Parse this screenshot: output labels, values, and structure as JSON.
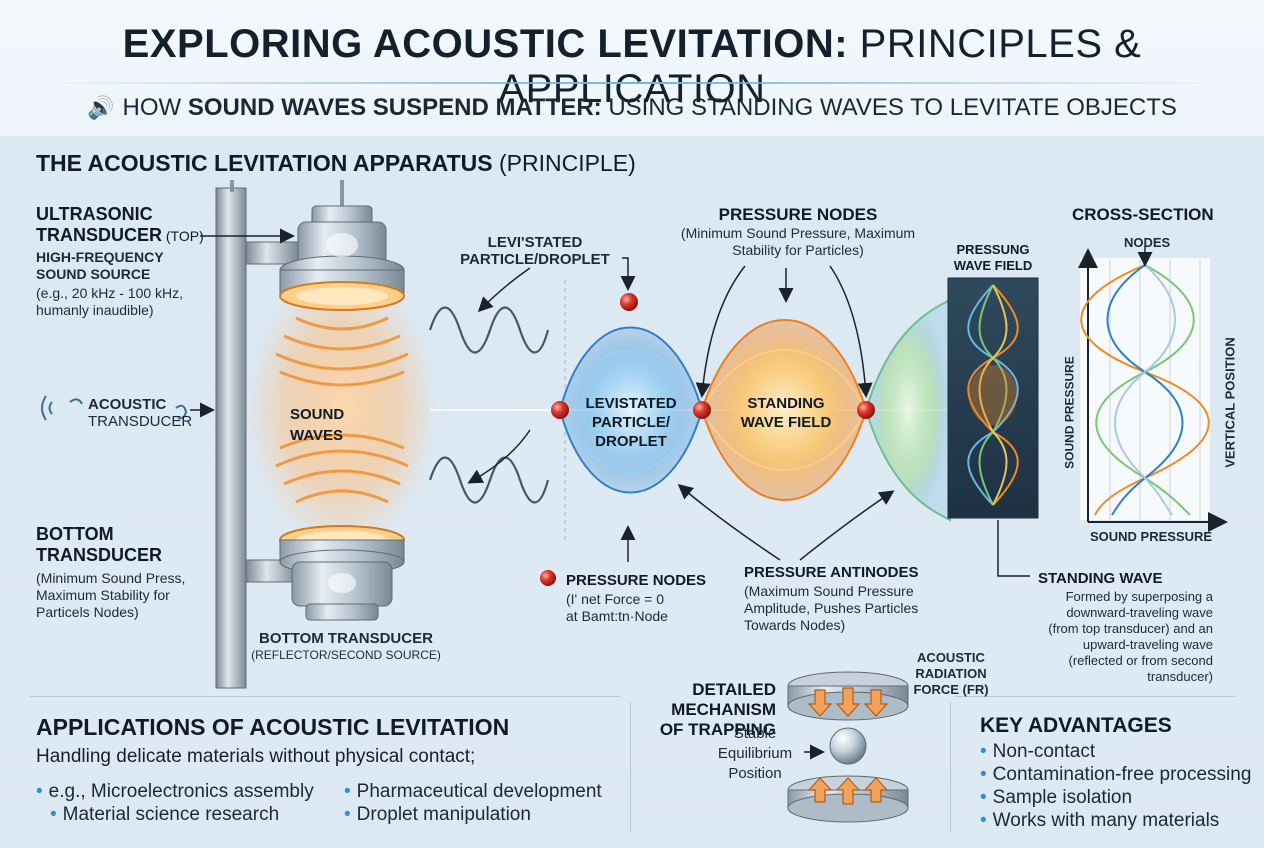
{
  "header": {
    "title_bold": "EXPLORING ACOUSTIC LEVITATION:",
    "title_light": " PRINCIPLES & APPLICATION",
    "subtitle_pre": "HOW ",
    "subtitle_bold": "SOUND WAVES SUSPEND MATTER:",
    "subtitle_post": " USING STANDING WAVES TO LEVITATE OBJECTS"
  },
  "apparatus": {
    "heading_bold": "THE ACOUSTIC LEVITATION APPARATUS",
    "heading_light": " (PRINCIPLE)",
    "top_transducer_title": "ULTRASONIC TRANSDUCER",
    "top_transducer_suffix": " (TOP)",
    "top_transducer_sub": "HIGH-FREQUENCY SOUND SOURCE",
    "top_transducer_desc": "(e.g., 20 kHz - 100 kHz, humanly inaudible)",
    "acoustic_transducer_l1": "ACOUSTIC",
    "acoustic_transducer_l2": "TRANSDUCER",
    "sound_waves": "SOUND WAVES",
    "bottom_transducer_title": "BOTTOM TRANSDUCER",
    "bottom_transducer_desc": "(Minimum Sound Press, Maximum Stability for Particels Nodes)",
    "bottom_caption_title": "BOTTOM TRANSDUCER",
    "bottom_caption_sub": "(REFLECTOR/SECOND SOURCE)"
  },
  "wave": {
    "levitated_top_l1": "LEVI'STATED",
    "levitated_top_l2": "PARTICLE/DROPLET",
    "pressure_nodes_title": "PRESSURE NODES",
    "pressure_nodes_desc": "(Minimum Sound Pressure, Maximum Stability for Particles)",
    "levitated_center": "LEVISTATED PARTICLE/ DROPLET",
    "standing_field": "STANDING WAVE FIELD",
    "nodes_legend_title": "PRESSURE NODES",
    "nodes_legend_desc": "(I' net Force = 0 at Bamt:tn·Node",
    "antinodes_title": "PRESSURE ANTINODES",
    "antinodes_desc": "(Maximum Sound Pressure Amplitude, Pushes Particles Towards Nodes)",
    "pressung_label": "PRESSUNG WAVE FIELD"
  },
  "cross_section": {
    "title": "CROSS-SECTION",
    "nodes": "NODES",
    "y_axis": "SOUND PRESSURE",
    "right_axis": "VERTICAL POSITION",
    "x_axis": "SOUND PRESSURE",
    "standing_wave_title": "STANDING WAVE",
    "standing_wave_desc": "Formed by superposing a downward-traveling wave (from top transducer) and an upward-traveling wave (reflected or from second transducer)"
  },
  "applications": {
    "title": "APPLICATIONS OF ACOUSTIC LEVITATION",
    "intro": "Handling delicate materials without physical contact;",
    "items_left": [
      "e.g., Microelectronics assembly",
      "Material science research"
    ],
    "items_right": [
      "Pharmaceutical development",
      "Droplet manipulation"
    ]
  },
  "mechanism": {
    "title": "DETAILED MECHANISM OF TRAPPING",
    "force_label": "ACOUSTIC RADIATION FORCE (FR)",
    "equilibrium": "Stable Equilibrium Position"
  },
  "advantages": {
    "title": "KEY ADVANTAGES",
    "items": [
      "Non-contact",
      "Contamination-free processing",
      "Sample isolation",
      "Works with many materials"
    ]
  },
  "colors": {
    "accent_blue": "#2d8fd6",
    "wave_orange": "#f08a24",
    "node_red": "#d9322b",
    "wave_green": "#7cc576"
  },
  "icons": [
    "speaker-icon",
    "ear-icon"
  ]
}
